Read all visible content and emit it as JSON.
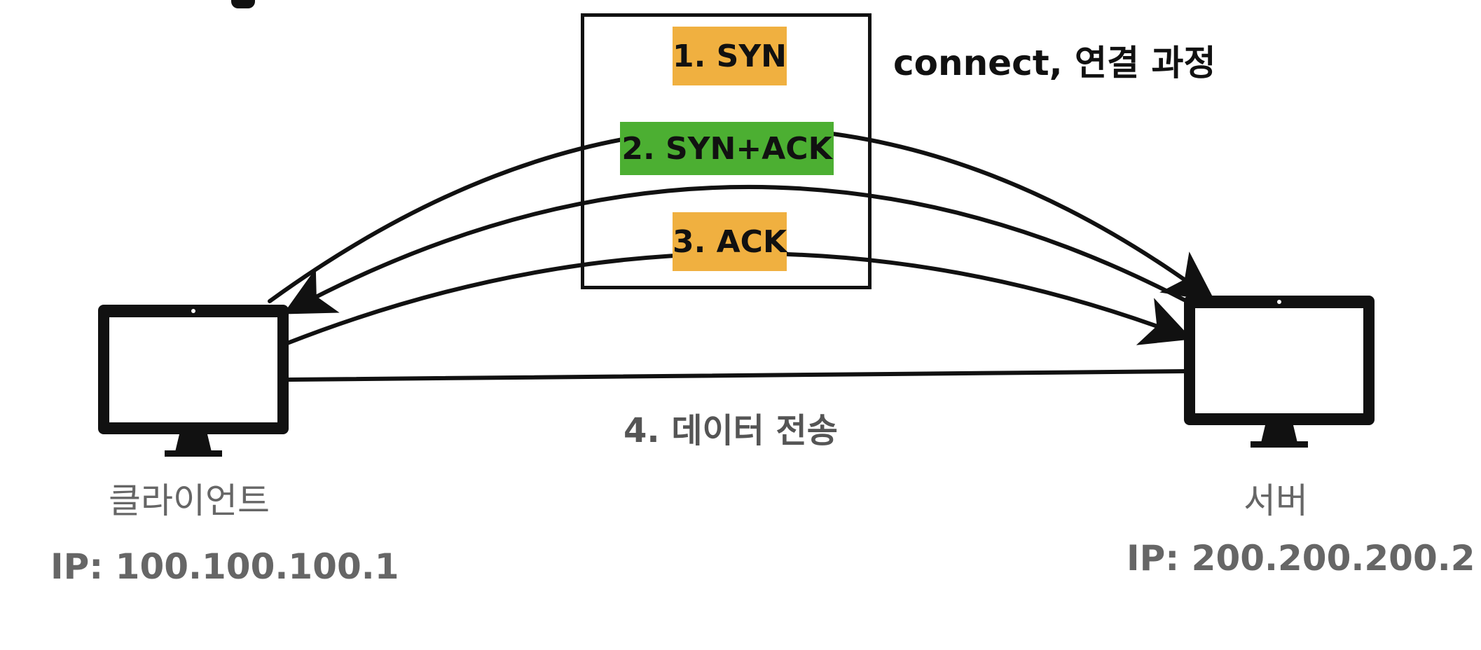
{
  "diagram": {
    "title": "connect, 연결 과정",
    "steps": [
      {
        "label": "1. SYN",
        "color": "#F0B040"
      },
      {
        "label": "2. SYN+ACK",
        "color": "#4CAF32"
      },
      {
        "label": "3. ACK",
        "color": "#F0B040"
      }
    ],
    "data_transfer_label": "4. 데이터 전송",
    "client": {
      "name": "클라이언트",
      "ip": "IP: 100.100.100.1"
    },
    "server": {
      "name": "서버",
      "ip": "IP: 200.200.200.2"
    }
  }
}
